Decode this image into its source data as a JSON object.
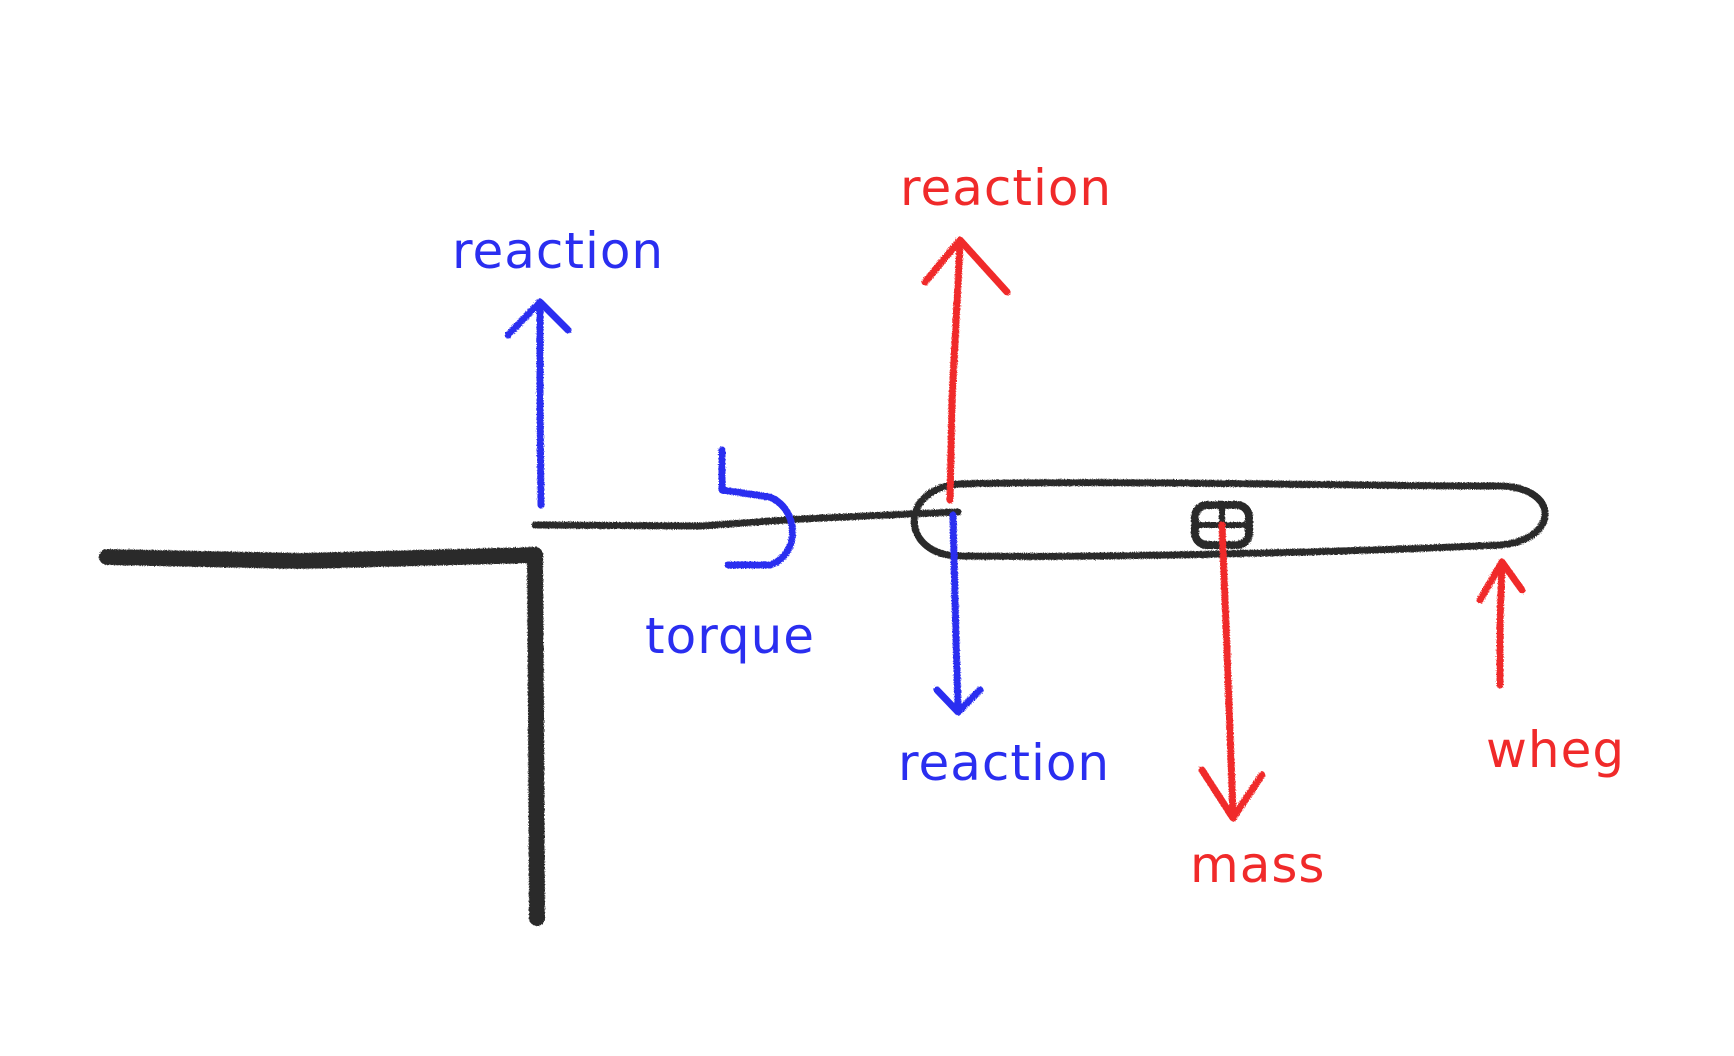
{
  "colors": {
    "ink": "#2b2b2b",
    "blue": "#2a2ef0",
    "red": "#f02a2a",
    "background": "#ffffff"
  },
  "labels": {
    "reaction_blue_top": "reaction",
    "reaction_red_top": "reaction",
    "reaction_blue_bottom": "reaction",
    "torque": "torque",
    "mass": "mass",
    "wheg": "wheg"
  }
}
